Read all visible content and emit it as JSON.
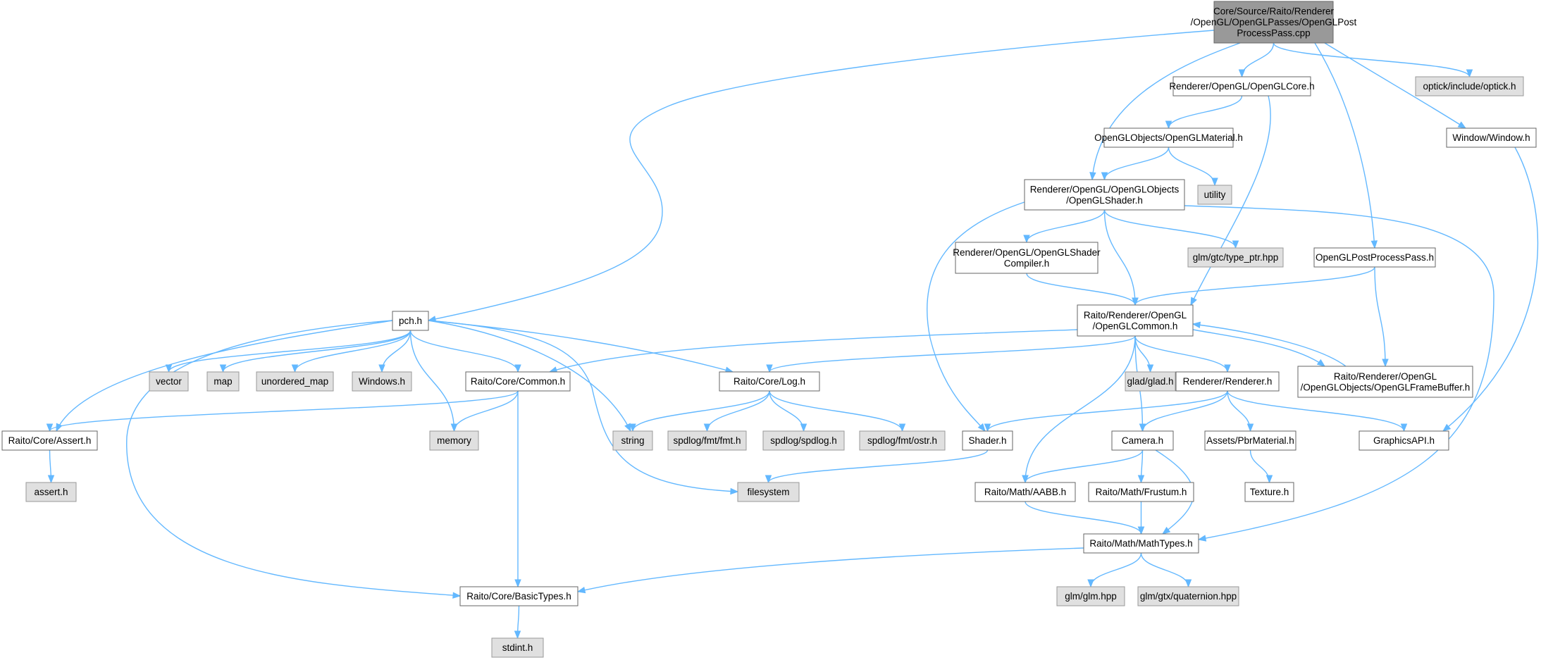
{
  "colors": {
    "edge": "#63b8ff",
    "root_fill": "#999999",
    "root_stroke": "#666666",
    "local_fill": "#ffffff",
    "local_stroke": "#666666",
    "external_fill": "#e0e0e0",
    "external_stroke": "#999999",
    "text": "#000000"
  },
  "nodes": [
    {
      "id": "root",
      "kind": "root",
      "lines": [
        "Core/Source/Raito/Renderer",
        "/OpenGL/OpenGLPasses/OpenGLPost",
        "ProcessPass.cpp"
      ]
    },
    {
      "id": "opengl_core",
      "kind": "local",
      "lines": [
        "Renderer/OpenGL/OpenGLCore.h"
      ]
    },
    {
      "id": "optick",
      "kind": "external",
      "lines": [
        "optick/include/optick.h"
      ]
    },
    {
      "id": "window",
      "kind": "local",
      "lines": [
        "Window/Window.h"
      ]
    },
    {
      "id": "opengl_material",
      "kind": "local",
      "lines": [
        "OpenGLObjects/OpenGLMaterial.h"
      ]
    },
    {
      "id": "utility",
      "kind": "external",
      "lines": [
        "utility"
      ]
    },
    {
      "id": "opengl_shader",
      "kind": "local",
      "lines": [
        "Renderer/OpenGL/OpenGLObjects",
        "/OpenGLShader.h"
      ]
    },
    {
      "id": "shader_compiler",
      "kind": "local",
      "lines": [
        "Renderer/OpenGL/OpenGLShader",
        "Compiler.h"
      ]
    },
    {
      "id": "type_ptr",
      "kind": "external",
      "lines": [
        "glm/gtc/type_ptr.hpp"
      ]
    },
    {
      "id": "post_pass_h",
      "kind": "local",
      "lines": [
        "OpenGLPostProcessPass.h"
      ]
    },
    {
      "id": "pch",
      "kind": "local",
      "lines": [
        "pch.h"
      ]
    },
    {
      "id": "opengl_common",
      "kind": "local",
      "lines": [
        "Raito/Renderer/OpenGL",
        "/OpenGLCommon.h"
      ]
    },
    {
      "id": "vector",
      "kind": "external",
      "lines": [
        "vector"
      ]
    },
    {
      "id": "map",
      "kind": "external",
      "lines": [
        "map"
      ]
    },
    {
      "id": "unordered_map",
      "kind": "external",
      "lines": [
        "unordered_map"
      ]
    },
    {
      "id": "windows_h",
      "kind": "external",
      "lines": [
        "Windows.h"
      ]
    },
    {
      "id": "core_common",
      "kind": "local",
      "lines": [
        "Raito/Core/Common.h"
      ]
    },
    {
      "id": "core_log",
      "kind": "local",
      "lines": [
        "Raito/Core/Log.h"
      ]
    },
    {
      "id": "glad",
      "kind": "external",
      "lines": [
        "glad/glad.h"
      ]
    },
    {
      "id": "renderer_h",
      "kind": "local",
      "lines": [
        "Renderer/Renderer.h"
      ]
    },
    {
      "id": "framebuffer",
      "kind": "local",
      "lines": [
        "Raito/Renderer/OpenGL",
        "/OpenGLObjects/OpenGLFrameBuffer.h"
      ]
    },
    {
      "id": "core_assert",
      "kind": "local",
      "lines": [
        "Raito/Core/Assert.h"
      ]
    },
    {
      "id": "memory",
      "kind": "external",
      "lines": [
        "memory"
      ]
    },
    {
      "id": "string",
      "kind": "external",
      "lines": [
        "string"
      ]
    },
    {
      "id": "spdlog_fmt",
      "kind": "external",
      "lines": [
        "spdlog/fmt/fmt.h"
      ]
    },
    {
      "id": "spdlog",
      "kind": "external",
      "lines": [
        "spdlog/spdlog.h"
      ]
    },
    {
      "id": "spdlog_ostr",
      "kind": "external",
      "lines": [
        "spdlog/fmt/ostr.h"
      ]
    },
    {
      "id": "shader_h",
      "kind": "local",
      "lines": [
        "Shader.h"
      ]
    },
    {
      "id": "camera",
      "kind": "local",
      "lines": [
        "Camera.h"
      ]
    },
    {
      "id": "pbr_material",
      "kind": "local",
      "lines": [
        "Assets/PbrMaterial.h"
      ]
    },
    {
      "id": "graphics_api",
      "kind": "local",
      "lines": [
        "GraphicsAPI.h"
      ]
    },
    {
      "id": "assert_h",
      "kind": "external",
      "lines": [
        "assert.h"
      ]
    },
    {
      "id": "filesystem",
      "kind": "external",
      "lines": [
        "filesystem"
      ]
    },
    {
      "id": "aabb",
      "kind": "local",
      "lines": [
        "Raito/Math/AABB.h"
      ]
    },
    {
      "id": "frustum",
      "kind": "local",
      "lines": [
        "Raito/Math/Frustum.h"
      ]
    },
    {
      "id": "texture",
      "kind": "local",
      "lines": [
        "Texture.h"
      ]
    },
    {
      "id": "math_types",
      "kind": "local",
      "lines": [
        "Raito/Math/MathTypes.h"
      ]
    },
    {
      "id": "basic_types",
      "kind": "local",
      "lines": [
        "Raito/Core/BasicTypes.h"
      ]
    },
    {
      "id": "glm_hpp",
      "kind": "external",
      "lines": [
        "glm/glm.hpp"
      ]
    },
    {
      "id": "quaternion",
      "kind": "external",
      "lines": [
        "glm/gtx/quaternion.hpp"
      ]
    },
    {
      "id": "stdint",
      "kind": "external",
      "lines": [
        "stdint.h"
      ]
    }
  ],
  "edges": [
    [
      "root",
      "pch"
    ],
    [
      "root",
      "opengl_core"
    ],
    [
      "root",
      "optick"
    ],
    [
      "root",
      "window"
    ],
    [
      "root",
      "opengl_shader"
    ],
    [
      "root",
      "post_pass_h"
    ],
    [
      "opengl_core",
      "opengl_material"
    ],
    [
      "opengl_core",
      "opengl_common"
    ],
    [
      "opengl_material",
      "opengl_shader"
    ],
    [
      "opengl_material",
      "utility"
    ],
    [
      "opengl_shader",
      "shader_compiler"
    ],
    [
      "opengl_shader",
      "type_ptr"
    ],
    [
      "opengl_shader",
      "opengl_common"
    ],
    [
      "opengl_shader",
      "shader_h"
    ],
    [
      "opengl_shader",
      "math_types"
    ],
    [
      "shader_compiler",
      "opengl_common"
    ],
    [
      "post_pass_h",
      "opengl_common"
    ],
    [
      "post_pass_h",
      "framebuffer"
    ],
    [
      "window",
      "graphics_api"
    ],
    [
      "pch",
      "vector"
    ],
    [
      "pch",
      "map"
    ],
    [
      "pch",
      "unordered_map"
    ],
    [
      "pch",
      "windows_h"
    ],
    [
      "pch",
      "memory"
    ],
    [
      "pch",
      "core_common"
    ],
    [
      "pch",
      "core_log"
    ],
    [
      "pch",
      "string"
    ],
    [
      "pch",
      "filesystem"
    ],
    [
      "pch",
      "core_assert"
    ],
    [
      "pch",
      "basic_types"
    ],
    [
      "opengl_common",
      "core_common"
    ],
    [
      "opengl_common",
      "core_log"
    ],
    [
      "opengl_common",
      "glad"
    ],
    [
      "opengl_common",
      "renderer_h"
    ],
    [
      "opengl_common",
      "framebuffer"
    ],
    [
      "opengl_common",
      "camera"
    ],
    [
      "opengl_common",
      "aabb"
    ],
    [
      "framebuffer",
      "opengl_common"
    ],
    [
      "core_common",
      "core_assert"
    ],
    [
      "core_common",
      "memory"
    ],
    [
      "core_common",
      "basic_types"
    ],
    [
      "core_log",
      "string"
    ],
    [
      "core_log",
      "spdlog_fmt"
    ],
    [
      "core_log",
      "spdlog"
    ],
    [
      "core_log",
      "spdlog_ostr"
    ],
    [
      "renderer_h",
      "shader_h"
    ],
    [
      "renderer_h",
      "camera"
    ],
    [
      "renderer_h",
      "pbr_material"
    ],
    [
      "renderer_h",
      "graphics_api"
    ],
    [
      "pbr_material",
      "texture"
    ],
    [
      "core_assert",
      "assert_h"
    ],
    [
      "shader_h",
      "filesystem"
    ],
    [
      "camera",
      "aabb"
    ],
    [
      "camera",
      "frustum"
    ],
    [
      "camera",
      "math_types"
    ],
    [
      "aabb",
      "math_types"
    ],
    [
      "frustum",
      "math_types"
    ],
    [
      "math_types",
      "basic_types"
    ],
    [
      "math_types",
      "glm_hpp"
    ],
    [
      "math_types",
      "quaternion"
    ],
    [
      "basic_types",
      "stdint"
    ]
  ]
}
